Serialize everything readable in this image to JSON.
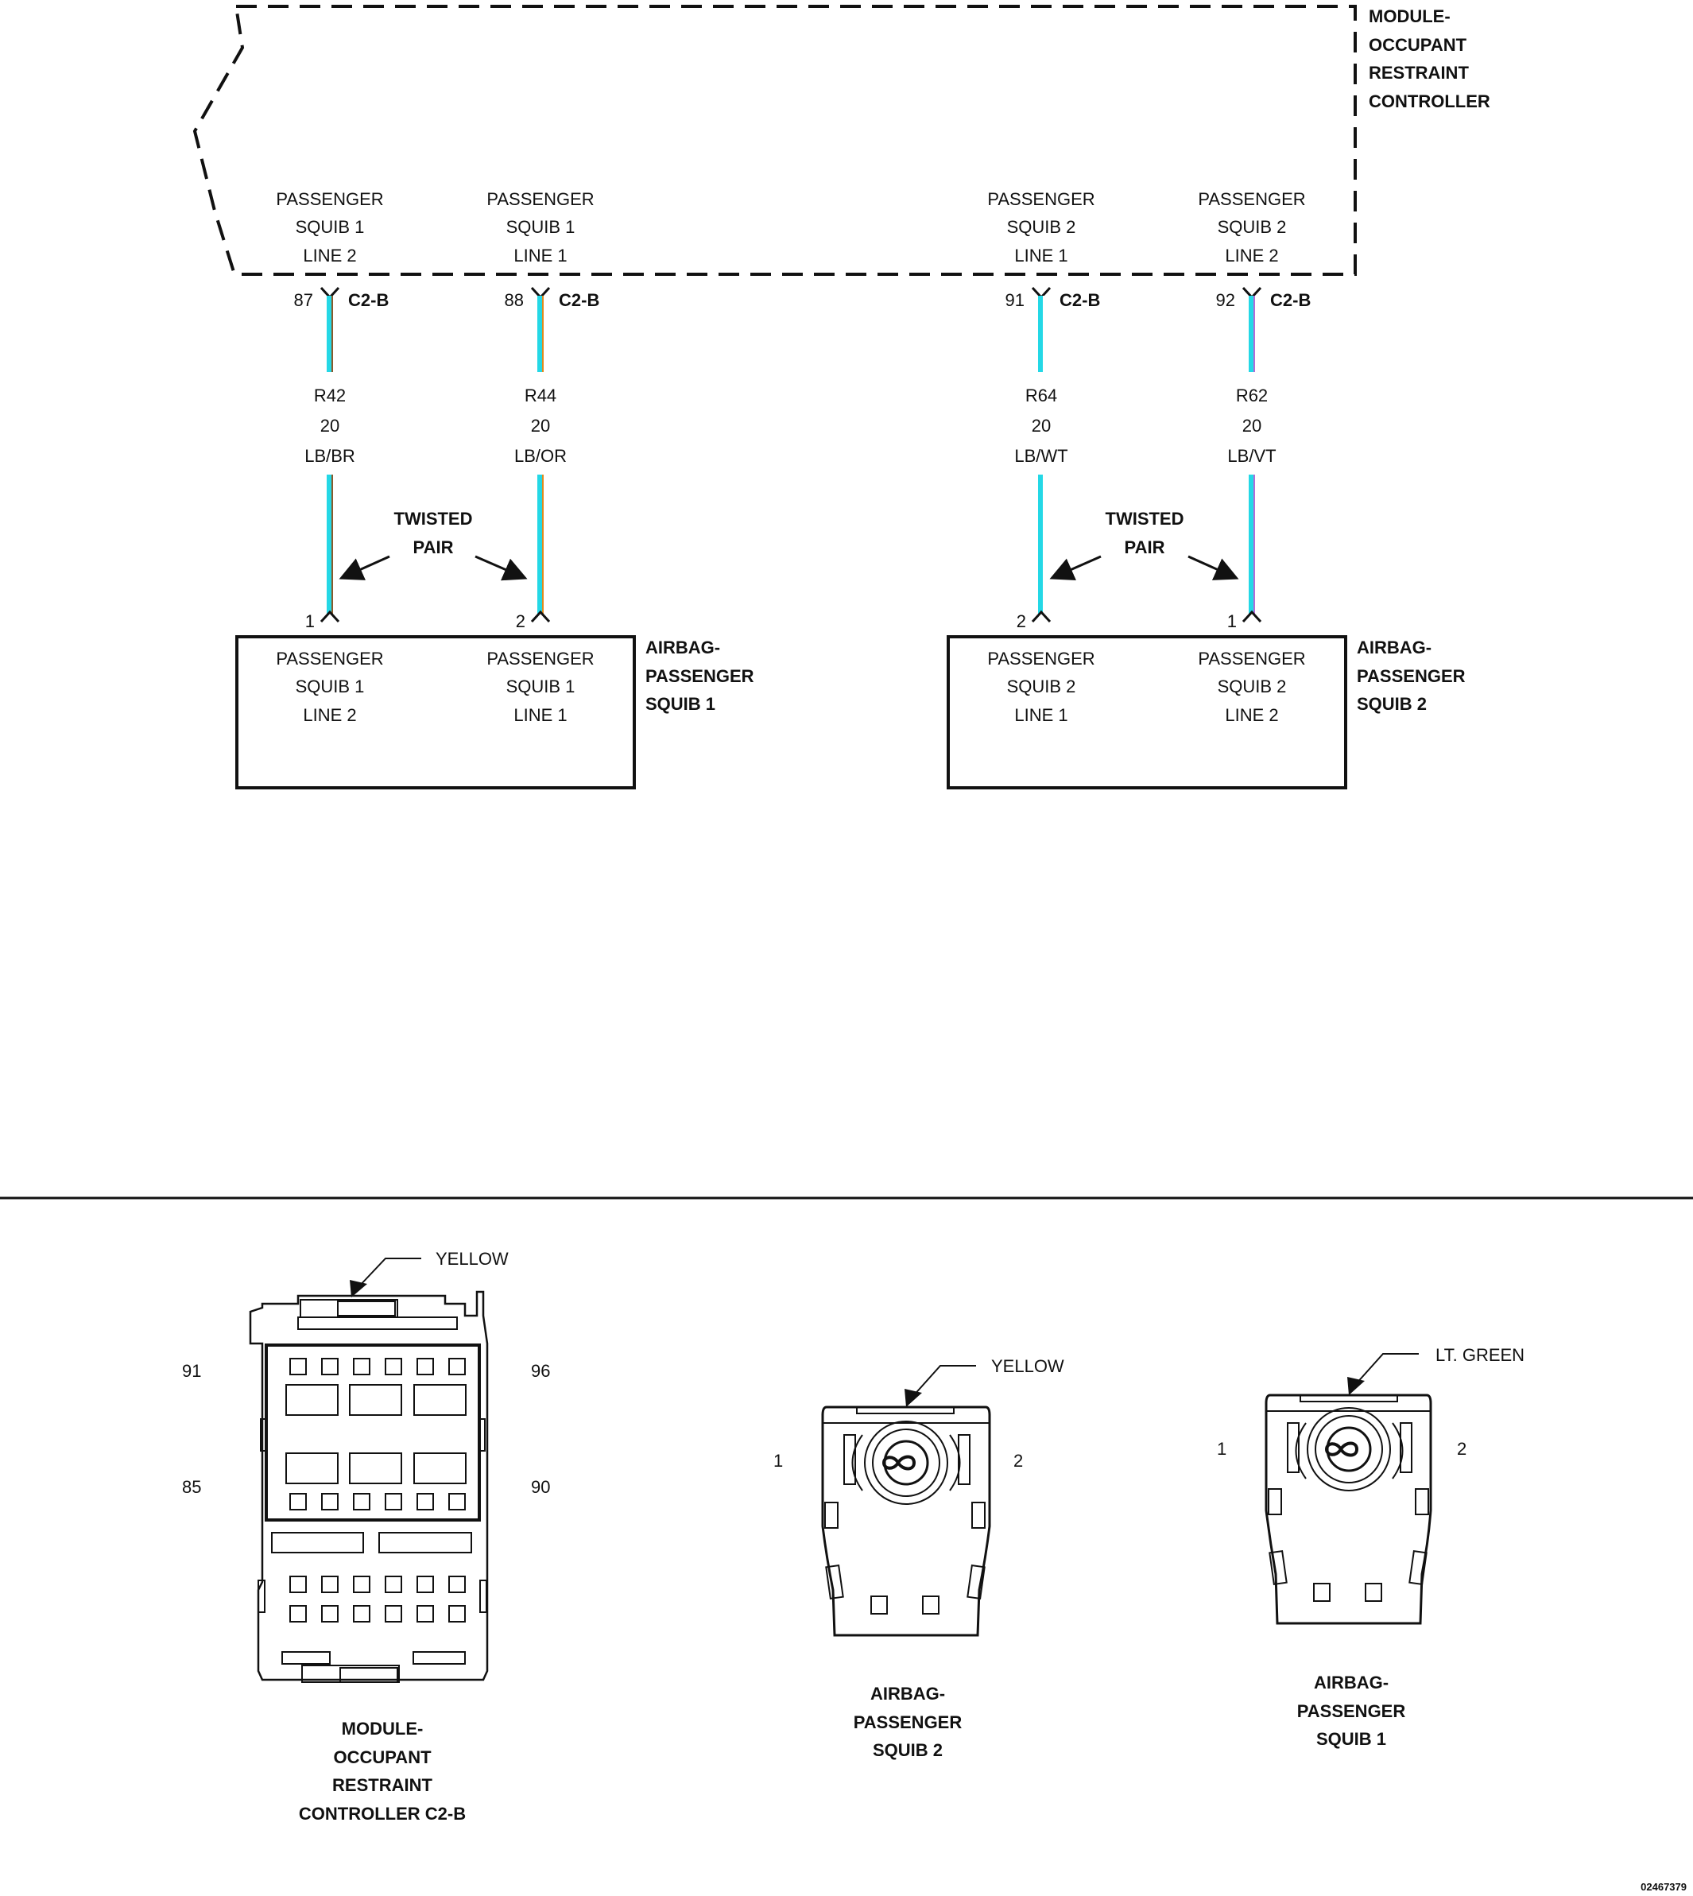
{
  "module": {
    "title": [
      "MODULE-",
      "OCCUPANT",
      "RESTRAINT",
      "CONTROLLER"
    ],
    "terminals": [
      [
        "PASSENGER",
        "SQUIB 1",
        "LINE 2"
      ],
      [
        "PASSENGER",
        "SQUIB 1",
        "LINE 1"
      ],
      [
        "PASSENGER",
        "SQUIB 2",
        "LINE 1"
      ],
      [
        "PASSENGER",
        "SQUIB 2",
        "LINE 2"
      ]
    ]
  },
  "circuits": [
    {
      "pin": "87",
      "connector": "C2-B",
      "circuit": "R42",
      "gauge": "20",
      "color": "LB/BR",
      "end_pin": "1",
      "stripe": "#8a5a2b"
    },
    {
      "pin": "88",
      "connector": "C2-B",
      "circuit": "R44",
      "gauge": "20",
      "color": "LB/OR",
      "end_pin": "2",
      "stripe": "#e08a1e"
    },
    {
      "pin": "91",
      "connector": "C2-B",
      "circuit": "R64",
      "gauge": "20",
      "color": "LB/WT",
      "end_pin": "2",
      "stripe": "#ffffff"
    },
    {
      "pin": "92",
      "connector": "C2-B",
      "circuit": "R62",
      "gauge": "20",
      "color": "LB/VT",
      "end_pin": "1",
      "stripe": "#b36bd9"
    }
  ],
  "wire_base_color": "#24d8e6",
  "twisted_pair": [
    "TWISTED",
    "PAIR"
  ],
  "squib1": {
    "title": [
      "AIRBAG-",
      "PASSENGER",
      "SQUIB 1"
    ],
    "terminals": [
      [
        "PASSENGER",
        "SQUIB 1",
        "LINE 2"
      ],
      [
        "PASSENGER",
        "SQUIB 1",
        "LINE 1"
      ]
    ]
  },
  "squib2": {
    "title": [
      "AIRBAG-",
      "PASSENGER",
      "SQUIB 2"
    ],
    "terminals": [
      [
        "PASSENGER",
        "SQUIB 2",
        "LINE 1"
      ],
      [
        "PASSENGER",
        "SQUIB 2",
        "LINE 2"
      ]
    ]
  },
  "connector_views": {
    "orc": {
      "color_label": "YELLOW",
      "pin_labels": [
        "91",
        "96",
        "85",
        "90"
      ],
      "caption": [
        "MODULE-",
        "OCCUPANT",
        "RESTRAINT",
        "CONTROLLER C2-B"
      ]
    },
    "squib2": {
      "color_label": "YELLOW",
      "pin_labels": [
        "1",
        "2"
      ],
      "caption": [
        "AIRBAG-",
        "PASSENGER",
        "SQUIB 2"
      ]
    },
    "squib1": {
      "color_label": "LT. GREEN",
      "pin_labels": [
        "1",
        "2"
      ],
      "caption": [
        "AIRBAG-",
        "PASSENGER",
        "SQUIB 1"
      ]
    }
  },
  "figure_id": "02467379"
}
